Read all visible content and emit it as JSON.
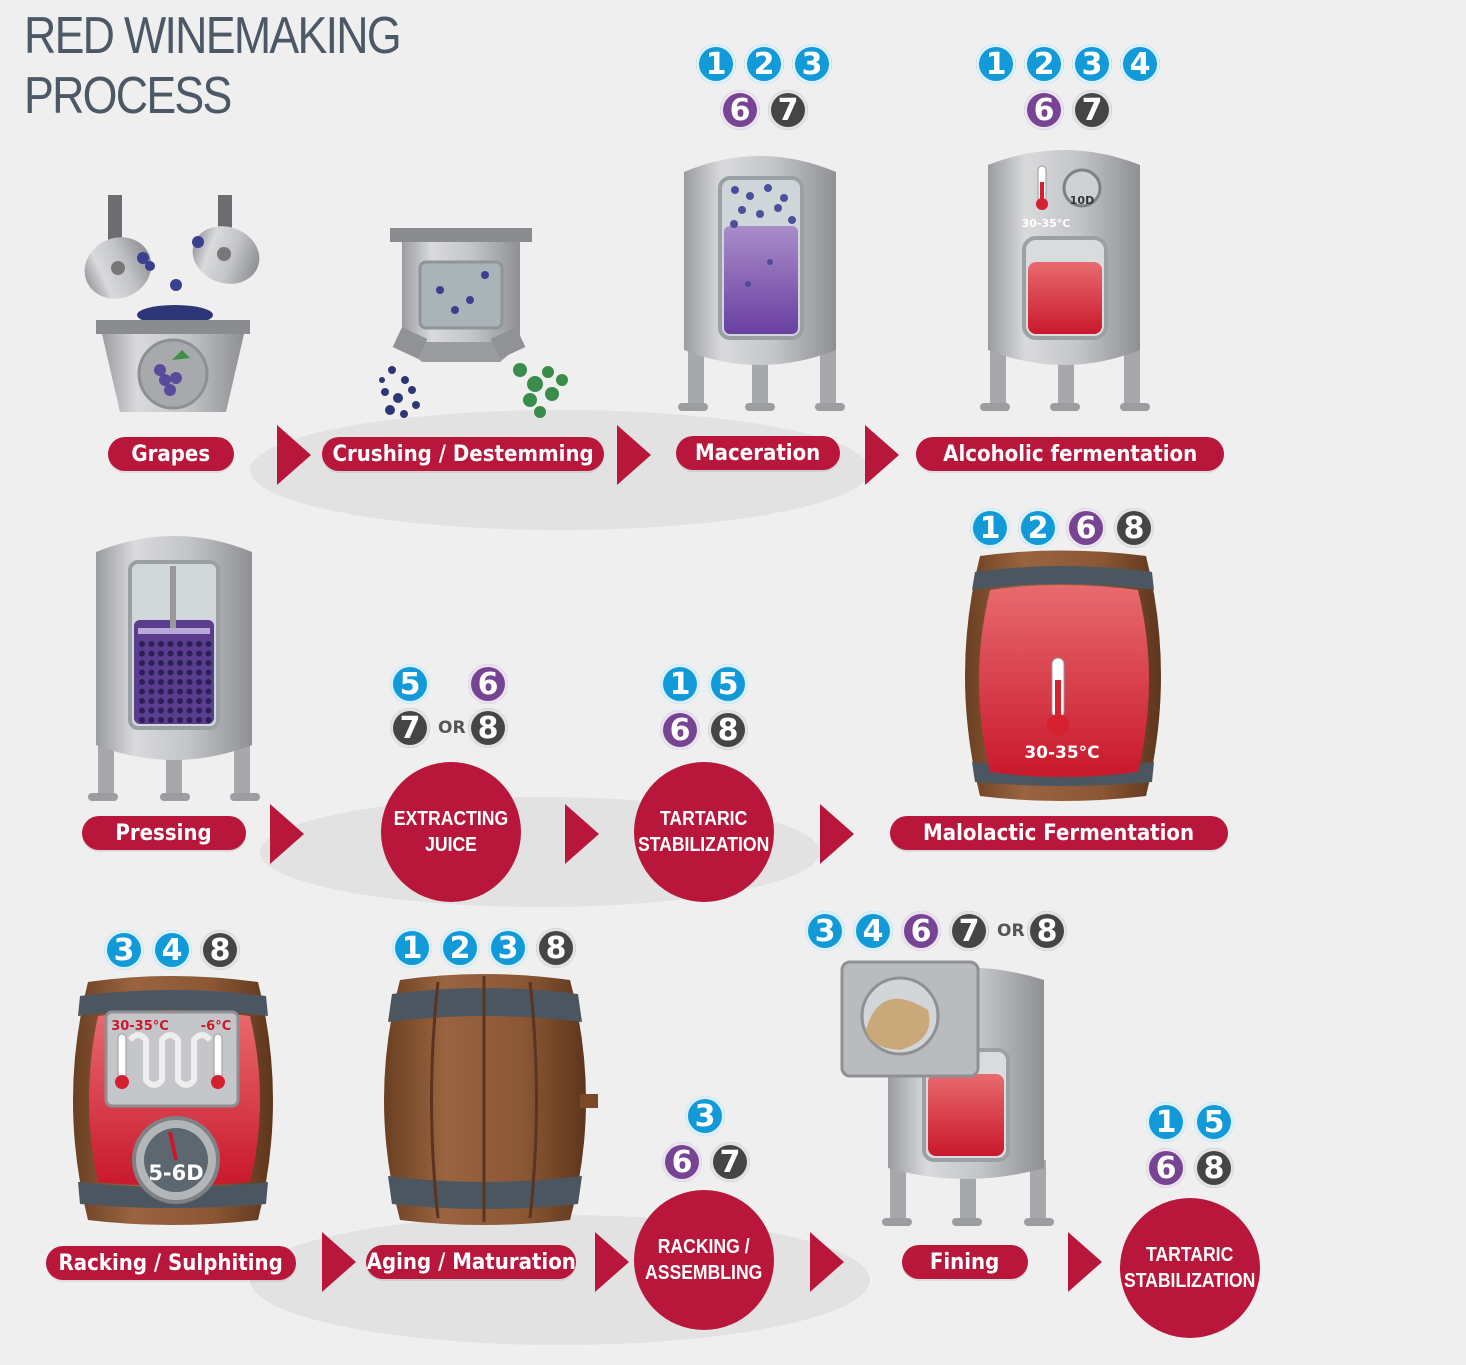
{
  "title": {
    "line1": "RED WINEMAKING",
    "line2": "PROCESS"
  },
  "steps": {
    "grapes": "Grapes",
    "crushing": "Crushing / Destemming",
    "maceration": "Maceration",
    "alcoholic": "Alcoholic fermentation",
    "pressing": "Pressing",
    "extracting": [
      "EXTRACTING",
      "JUICE"
    ],
    "tartaric1": [
      "TARTARIC",
      "STABILIZATION"
    ],
    "malolactic": "Malolactic Fermentation",
    "racking": "Racking / Sulphiting",
    "aging": "Aging / Maturation",
    "racking_assembling": [
      "RACKING /",
      "ASSEMBLING"
    ],
    "fining": "Fining",
    "tartaric2": [
      "TARTARIC",
      "STABILIZATION"
    ]
  },
  "badges": {
    "maceration": [
      [
        "1",
        "2",
        "3"
      ],
      [
        "6",
        "7"
      ]
    ],
    "alcoholic": [
      [
        "1",
        "2",
        "3",
        "4"
      ],
      [
        "6",
        "7"
      ]
    ],
    "malolactic": [
      [
        "1",
        "2",
        "6",
        "8"
      ]
    ],
    "extracting": [
      [
        "5",
        "6"
      ],
      [
        "7",
        "OR",
        "8"
      ]
    ],
    "tartaric1": [
      [
        "1",
        "5"
      ],
      [
        "6",
        "8"
      ]
    ],
    "racking": [
      [
        "3",
        "4",
        "8"
      ]
    ],
    "aging": [
      [
        "1",
        "2",
        "3",
        "8"
      ]
    ],
    "racking_assembling": [
      [
        "3"
      ],
      [
        "6",
        "7"
      ]
    ],
    "fining": [
      [
        "3",
        "4",
        "6",
        "7",
        "OR",
        "8"
      ]
    ],
    "tartaric2": [
      [
        "1",
        "5"
      ],
      [
        "6",
        "8"
      ]
    ]
  },
  "illustrations": {
    "alcoholic_temp": "30-35°C",
    "alcoholic_duration": "10D",
    "malolactic_temp": "30-35°C",
    "racking_hot": "30-35°C",
    "racking_cold": "-6°C",
    "racking_duration": "5-6D"
  },
  "colors": {
    "brand_red": "#b8163a",
    "badge_blue": "#129ad8",
    "badge_purple": "#764493",
    "badge_dark": "#454545",
    "title_gray": "#4d5866",
    "steel": "#bdbfc2"
  }
}
